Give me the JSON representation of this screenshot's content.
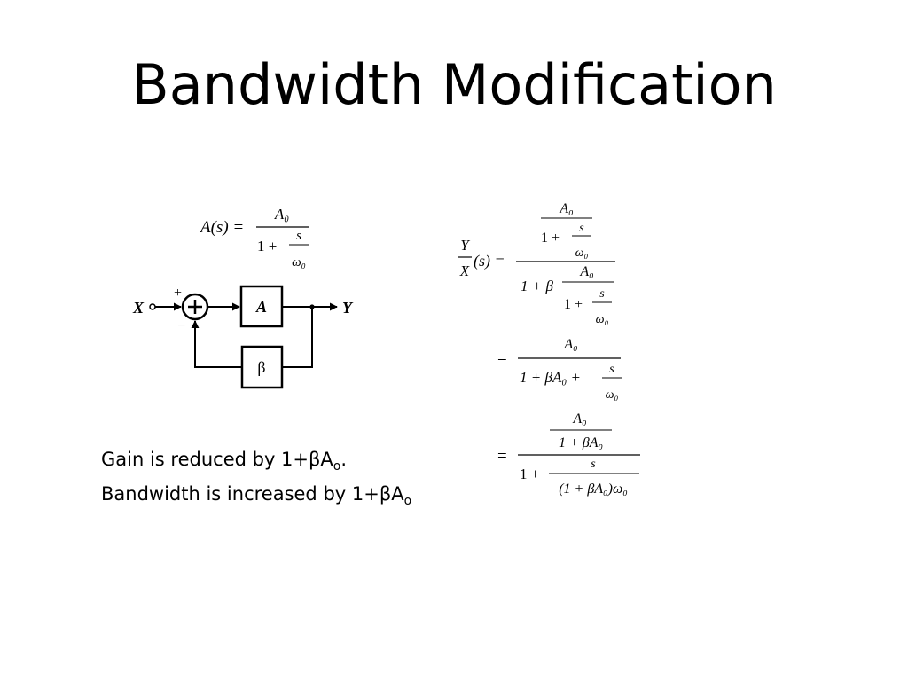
{
  "slide": {
    "title": "Bandwidth Modification"
  },
  "block_diagram": {
    "input_label": "X",
    "output_label": "Y",
    "plus_sign": "+",
    "minus_sign": "−",
    "forward_block": "A",
    "feedback_block": "β",
    "open_loop_gain": {
      "lhs": "A(s) =",
      "numerator": "A₀",
      "denominator_one": "1 +",
      "frac_num": "s",
      "frac_den": "ω₀"
    }
  },
  "derivation": {
    "lhs_num": "Y",
    "lhs_den": "X",
    "lhs_arg": "(s) =",
    "step1": {
      "top_num": "A₀",
      "top_den_one": "1 +",
      "top_den_s": "s",
      "top_den_w": "ω₀",
      "bot_prefix": "1 + β",
      "bot_num": "A₀",
      "bot_den_one": "1 +",
      "bot_den_s": "s",
      "bot_den_w": "ω₀"
    },
    "step2": {
      "equals": "=",
      "num": "A₀",
      "den_prefix": "1 + βA₀ +",
      "den_s": "s",
      "den_w": "ω₀"
    },
    "step3": {
      "equals": "=",
      "top_num": "A₀",
      "top_den": "1 + βA₀",
      "bot_prefix": "1 +",
      "bot_num": "s",
      "bot_den": "(1 + βA₀)ω₀"
    }
  },
  "notes": {
    "line1_text": "Gain is reduced by 1+βA",
    "line1_sub": "o",
    "line1_end": ".",
    "line2_text": "Bandwidth is increased by 1+βA",
    "line2_sub": "o"
  }
}
